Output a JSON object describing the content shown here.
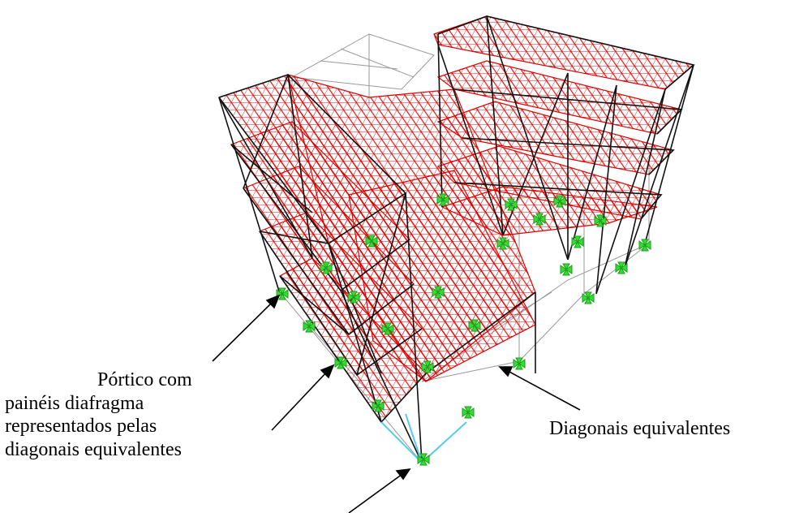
{
  "annotations": {
    "portico_line1": "Pórtico com",
    "portico_line2": "painéis diafragma",
    "portico_line3": "representados pelas",
    "portico_line4": "diagonais equivalentes",
    "diagonais": "Diagonais equivalentes"
  },
  "colors": {
    "slab_mesh": "#e00000",
    "frame": "#111111",
    "open_frame": "#999999",
    "support": "#33dd33",
    "highlight_diagonal": "#55ccee"
  }
}
